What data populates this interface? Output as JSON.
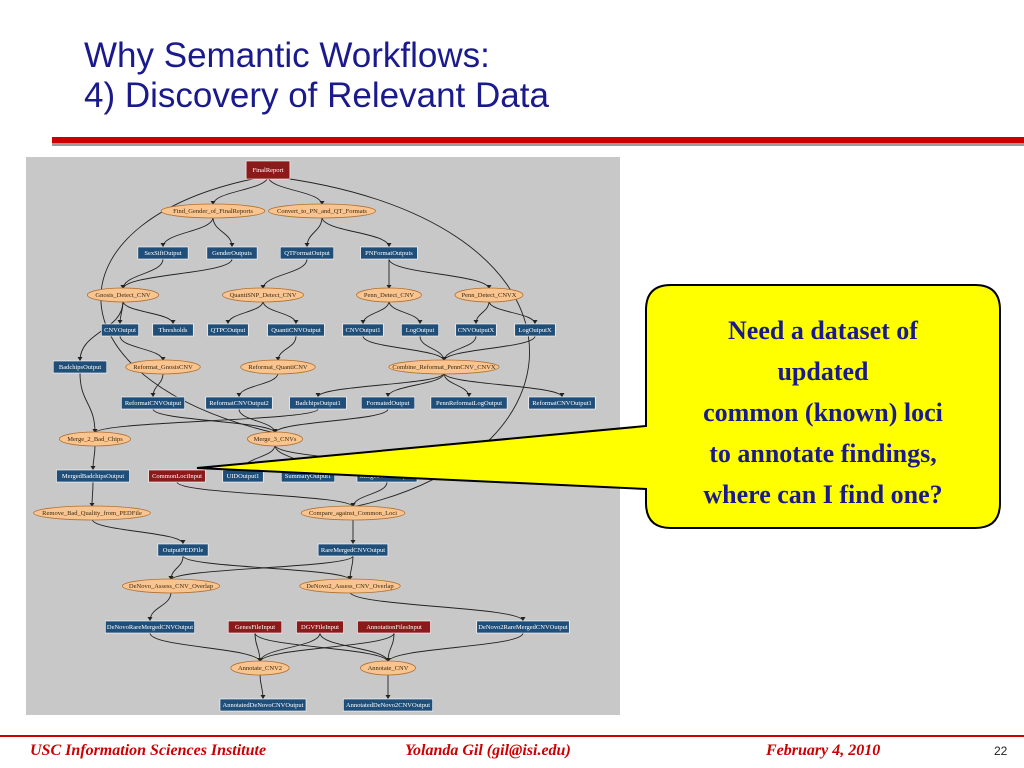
{
  "slide": {
    "title_line1": "Why Semantic Workflows:",
    "title_line2": "4) Discovery of Relevant Data",
    "callout_lines": [
      "Need a dataset of",
      "updated",
      "common (known) loci",
      "to annotate findings,",
      "where can I find one?"
    ],
    "footer_left": "USC Information Sciences Institute",
    "footer_center": "Yolanda Gil (gil@isi.edu)",
    "footer_right": "February 4, 2010",
    "page_number": "22"
  },
  "colors": {
    "title": "#1a1a8c",
    "accent_red": "#cc0000",
    "callout_fill": "#ffff00",
    "data_node": "#1f4e79",
    "input_node": "#8b1a1a",
    "process_node": "#f9c48f",
    "diagram_bg": "#c8c8c8"
  },
  "workflow": {
    "nodes": [
      {
        "id": "FinalReport",
        "label": "FinalReport",
        "kind": "input"
      },
      {
        "id": "FindGender",
        "label": "Find_Gender_of_FinalReports",
        "kind": "process"
      },
      {
        "id": "ConvertPN",
        "label": "Convert_to_PN_and_QT_Formats",
        "kind": "process"
      },
      {
        "id": "SexSiftOutput",
        "label": "SexSiftOutput",
        "kind": "data"
      },
      {
        "id": "GenderOutputs",
        "label": "GenderOutputs",
        "kind": "data"
      },
      {
        "id": "QTFormatOutput",
        "label": "QTFormatOutput",
        "kind": "data"
      },
      {
        "id": "PNFormatOutputs",
        "label": "PNFormatOutputs",
        "kind": "data"
      },
      {
        "id": "GnosisDetect",
        "label": "Gnosis_Detect_CNV",
        "kind": "process"
      },
      {
        "id": "QuantiSNPDetect",
        "label": "QuantiSNP_Detect_CNV",
        "kind": "process"
      },
      {
        "id": "PennDetect",
        "label": "Penn_Detect_CNV",
        "kind": "process"
      },
      {
        "id": "PennDetectX",
        "label": "Penn_Detect_CNVX",
        "kind": "process"
      },
      {
        "id": "CNVOutput",
        "label": "CNVOutput",
        "kind": "data"
      },
      {
        "id": "Thresholds",
        "label": "Thresholds",
        "kind": "data"
      },
      {
        "id": "QTPCOutput",
        "label": "QTPCOutput",
        "kind": "data"
      },
      {
        "id": "QuantiCNVOutput",
        "label": "QuantiCNVOutput",
        "kind": "data"
      },
      {
        "id": "CNVOutput1",
        "label": "CNVOutput1",
        "kind": "data"
      },
      {
        "id": "LogOutput",
        "label": "LogOutput",
        "kind": "data"
      },
      {
        "id": "CNVOutputX",
        "label": "CNVOutputX",
        "kind": "data"
      },
      {
        "id": "LogOutputX",
        "label": "LogOutputX",
        "kind": "data"
      },
      {
        "id": "BadchipsOutput",
        "label": "BadchipsOutput",
        "kind": "data"
      },
      {
        "id": "ReformatGnosis",
        "label": "Reformat_GnosisCNV",
        "kind": "process"
      },
      {
        "id": "ReformatQuanti",
        "label": "Reformat_QuantiCNV",
        "kind": "process"
      },
      {
        "id": "CombineReformat",
        "label": "Combine_Reformat_PennCNV_CNVX",
        "kind": "process"
      },
      {
        "id": "ReformatCNVOutput",
        "label": "ReformatCNVOutput",
        "kind": "data"
      },
      {
        "id": "ReformatCNVOutput2",
        "label": "ReformatCNVOutput2",
        "kind": "data"
      },
      {
        "id": "BadchipsOutput1",
        "label": "BadchipsOutput1",
        "kind": "data"
      },
      {
        "id": "FormatedOutput",
        "label": "FormatedOutput",
        "kind": "data"
      },
      {
        "id": "PennReformatLogOutput",
        "label": "PennReformatLogOutput",
        "kind": "data"
      },
      {
        "id": "ReformatCNVOutput1",
        "label": "ReformatCNVOutput1",
        "kind": "data"
      },
      {
        "id": "Merge2",
        "label": "Merge_2_Bad_Chips",
        "kind": "process"
      },
      {
        "id": "Merge3",
        "label": "Merge_3_CNVs",
        "kind": "process"
      },
      {
        "id": "MergedBadchipsOutput",
        "label": "MergedBadchipsOutput",
        "kind": "data"
      },
      {
        "id": "CommonLociInput",
        "label": "CommonLociInput",
        "kind": "input"
      },
      {
        "id": "UIDOutput1",
        "label": "UIDOutput1",
        "kind": "data"
      },
      {
        "id": "SummaryOutput1",
        "label": "SummaryOutput1",
        "kind": "data"
      },
      {
        "id": "MergedCNVOutput1",
        "label": "MergedCNVOutput1",
        "kind": "data"
      },
      {
        "id": "RemoveBadQuality",
        "label": "Remove_Bad_Quality_from_PEDFile",
        "kind": "process"
      },
      {
        "id": "CompareCommon",
        "label": "Compare_against_Common_Loci",
        "kind": "process"
      },
      {
        "id": "OutputPEDFile",
        "label": "OutputPEDFile",
        "kind": "data"
      },
      {
        "id": "RareMergedCNVOutput",
        "label": "RareMergedCNVOutput",
        "kind": "data"
      },
      {
        "id": "DeNovoAssess",
        "label": "DeNovo_Assess_CNV_Overlap",
        "kind": "process"
      },
      {
        "id": "DeNovo2Assess",
        "label": "DeNovo2_Assess_CNV_Overlap",
        "kind": "process"
      },
      {
        "id": "DeNovoRareMerged",
        "label": "DeNovoRareMergedCNVOutput",
        "kind": "data"
      },
      {
        "id": "GenesFileInput",
        "label": "GenesFileInput",
        "kind": "input"
      },
      {
        "id": "DGVFileInput",
        "label": "DGVFileInput",
        "kind": "input"
      },
      {
        "id": "AnnotationFilesInput",
        "label": "AnnotationFilesInput",
        "kind": "input"
      },
      {
        "id": "DeNovo2RareMerged",
        "label": "DeNovo2RareMergedCNVOutput",
        "kind": "data"
      },
      {
        "id": "AnnotateCNV2",
        "label": "Annotate_CNV2",
        "kind": "process"
      },
      {
        "id": "AnnotateCNV",
        "label": "Annotate_CNV",
        "kind": "process"
      },
      {
        "id": "AnnotatedDeNovoCNVOutput",
        "label": "AnnotatedDeNovoCNVOutput",
        "kind": "data"
      },
      {
        "id": "AnnotatedDeNovo2CNVOutput",
        "label": "AnnotatedDeNovo2CNVOutput",
        "kind": "data"
      }
    ],
    "edges": [
      [
        "FinalReport",
        "FindGender"
      ],
      [
        "FinalReport",
        "ConvertPN"
      ],
      [
        "FindGender",
        "SexSiftOutput"
      ],
      [
        "FindGender",
        "GenderOutputs"
      ],
      [
        "ConvertPN",
        "QTFormatOutput"
      ],
      [
        "ConvertPN",
        "PNFormatOutputs"
      ],
      [
        "SexSiftOutput",
        "GnosisDetect"
      ],
      [
        "GenderOutputs",
        "GnosisDetect"
      ],
      [
        "QTFormatOutput",
        "QuantiSNPDetect"
      ],
      [
        "PNFormatOutputs",
        "PennDetect"
      ],
      [
        "PNFormatOutputs",
        "PennDetectX"
      ],
      [
        "GnosisDetect",
        "CNVOutput"
      ],
      [
        "GnosisDetect",
        "Thresholds"
      ],
      [
        "QuantiSNPDetect",
        "QTPCOutput"
      ],
      [
        "QuantiSNPDetect",
        "QuantiCNVOutput"
      ],
      [
        "PennDetect",
        "CNVOutput1"
      ],
      [
        "PennDetect",
        "LogOutput"
      ],
      [
        "PennDetectX",
        "CNVOutputX"
      ],
      [
        "PennDetectX",
        "LogOutputX"
      ],
      [
        "CNVOutput",
        "ReformatGnosis"
      ],
      [
        "GnosisDetect",
        "BadchipsOutput"
      ],
      [
        "QuantiCNVOutput",
        "ReformatQuanti"
      ],
      [
        "CNVOutput1",
        "CombineReformat"
      ],
      [
        "LogOutput",
        "CombineReformat"
      ],
      [
        "CNVOutputX",
        "CombineReformat"
      ],
      [
        "LogOutputX",
        "CombineReformat"
      ],
      [
        "ReformatGnosis",
        "ReformatCNVOutput"
      ],
      [
        "ReformatQuanti",
        "ReformatCNVOutput2"
      ],
      [
        "CombineReformat",
        "BadchipsOutput1"
      ],
      [
        "CombineReformat",
        "FormatedOutput"
      ],
      [
        "CombineReformat",
        "PennReformatLogOutput"
      ],
      [
        "CombineReformat",
        "ReformatCNVOutput1"
      ],
      [
        "BadchipsOutput",
        "Merge2"
      ],
      [
        "BadchipsOutput1",
        "Merge2"
      ],
      [
        "ReformatCNVOutput",
        "Merge3"
      ],
      [
        "ReformatCNVOutput2",
        "Merge3"
      ],
      [
        "FormatedOutput",
        "Merge3"
      ],
      [
        "Merge2",
        "MergedBadchipsOutput"
      ],
      [
        "Merge3",
        "UIDOutput1"
      ],
      [
        "Merge3",
        "SummaryOutput1"
      ],
      [
        "Merge3",
        "MergedCNVOutput1"
      ],
      [
        "MergedBadchipsOutput",
        "RemoveBadQuality"
      ],
      [
        "CommonLociInput",
        "CompareCommon"
      ],
      [
        "MergedCNVOutput1",
        "CompareCommon"
      ],
      [
        "RemoveBadQuality",
        "OutputPEDFile"
      ],
      [
        "CompareCommon",
        "RareMergedCNVOutput"
      ],
      [
        "OutputPEDFile",
        "DeNovoAssess"
      ],
      [
        "OutputPEDFile",
        "DeNovo2Assess"
      ],
      [
        "RareMergedCNVOutput",
        "DeNovoAssess"
      ],
      [
        "RareMergedCNVOutput",
        "DeNovo2Assess"
      ],
      [
        "DeNovoAssess",
        "DeNovoRareMerged"
      ],
      [
        "DeNovo2Assess",
        "DeNovo2RareMerged"
      ],
      [
        "DeNovoRareMerged",
        "AnnotateCNV2"
      ],
      [
        "GenesFileInput",
        "AnnotateCNV2"
      ],
      [
        "DGVFileInput",
        "AnnotateCNV2"
      ],
      [
        "AnnotationFilesInput",
        "AnnotateCNV2"
      ],
      [
        "GenesFileInput",
        "AnnotateCNV"
      ],
      [
        "DGVFileInput",
        "AnnotateCNV"
      ],
      [
        "AnnotationFilesInput",
        "AnnotateCNV"
      ],
      [
        "DeNovo2RareMerged",
        "AnnotateCNV"
      ],
      [
        "AnnotateCNV2",
        "AnnotatedDeNovoCNVOutput"
      ],
      [
        "AnnotateCNV",
        "AnnotatedDeNovo2CNVOutput"
      ],
      [
        "FinalReport",
        "Merge3"
      ],
      [
        "FinalReport",
        "CompareCommon"
      ]
    ]
  }
}
